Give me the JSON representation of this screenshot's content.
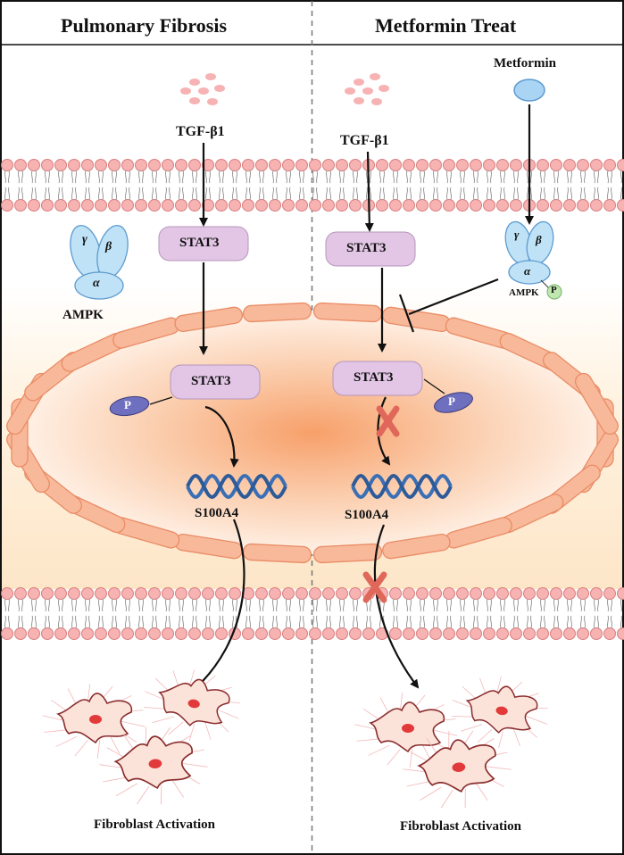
{
  "left_panel": {
    "title": "Pulmonary Fibrosis",
    "ligand": "TGF-β1",
    "stat3_cytoplasm": "STAT3",
    "stat3_nucleus": "STAT3",
    "phospho": "P",
    "gene": "S100A4",
    "ampk": {
      "label": "AMPK",
      "gamma": "γ",
      "beta": "β",
      "alpha": "α"
    },
    "outcome": "Fibroblast Activation"
  },
  "right_panel": {
    "title": "Metformin Treat",
    "drug": "Metformin",
    "ligand": "TGF-β1",
    "stat3_cytoplasm": "STAT3",
    "stat3_nucleus": "STAT3",
    "phospho": "P",
    "gene": "S100A4",
    "ampk": {
      "label": "AMPK",
      "gamma": "γ",
      "beta": "β",
      "alpha": "α",
      "phospho": "P"
    },
    "outcome": "Fibroblast Activation"
  },
  "colors": {
    "membrane": "#f4a6a6",
    "nucleus": "#f6a36d",
    "stat3": "#e3c6e6",
    "phospho": "#5a5aa8",
    "ampk": "#a9d7f2",
    "dna": "#3a6fb5",
    "block": "#e0685a",
    "fibroblast": "#e9736e"
  }
}
